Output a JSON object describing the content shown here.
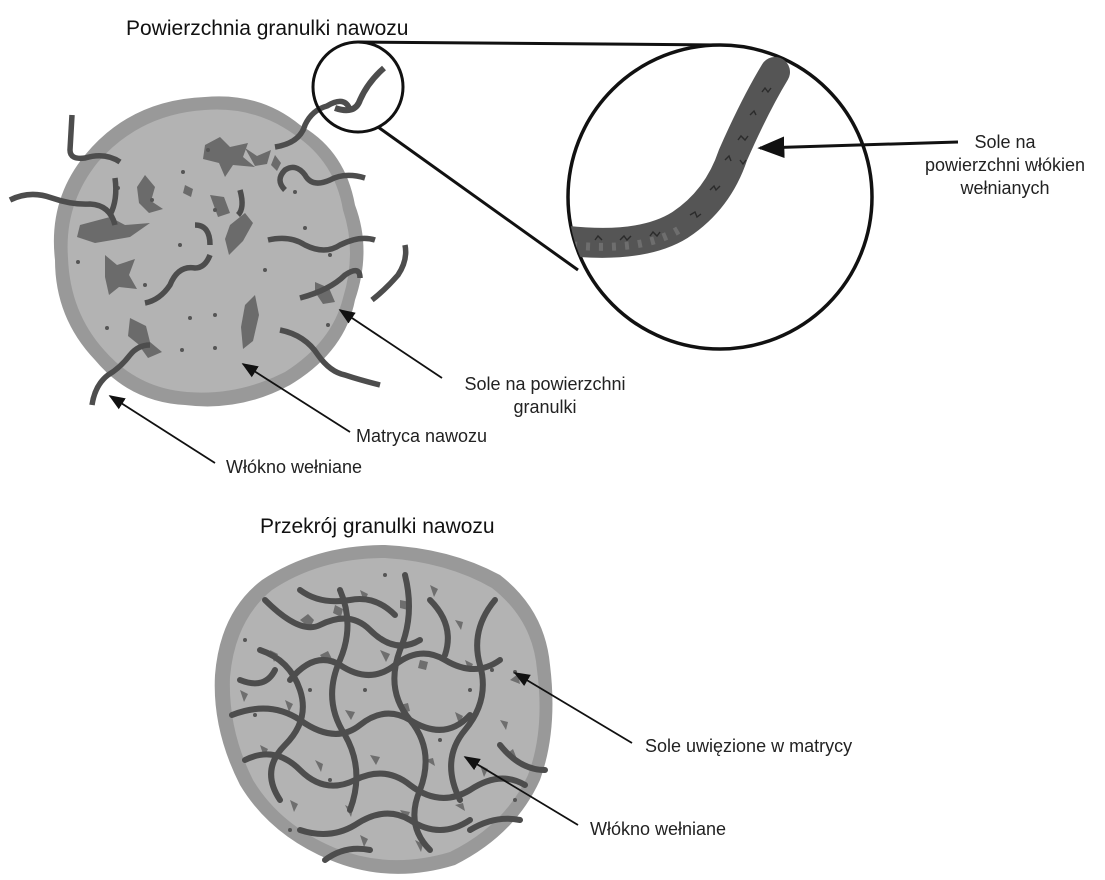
{
  "diagram": {
    "surface_section": {
      "title": "Powierzchnia granulki nawozu",
      "labels": {
        "fiber_salts_line1": "Sole na",
        "fiber_salts_line2": "powierzchni włókien",
        "fiber_salts_line3": "wełnianych",
        "granule_salts_line1": "Sole na powierzchni",
        "granule_salts_line2": "granulki",
        "matrix": "Matryca nawozu",
        "wool_fiber": "Włókno wełniane"
      }
    },
    "cross_section": {
      "title": "Przekrój granulki nawozu",
      "labels": {
        "trapped_salts": "Sole uwięzione w matrycy",
        "wool_fiber": "Włókno wełniane"
      }
    }
  },
  "colors": {
    "matrix_fill": "#b3b3b3",
    "rim": "#999999",
    "fiber": "#4d4d4d",
    "salt": "#6e6e6e",
    "line": "#000000"
  }
}
